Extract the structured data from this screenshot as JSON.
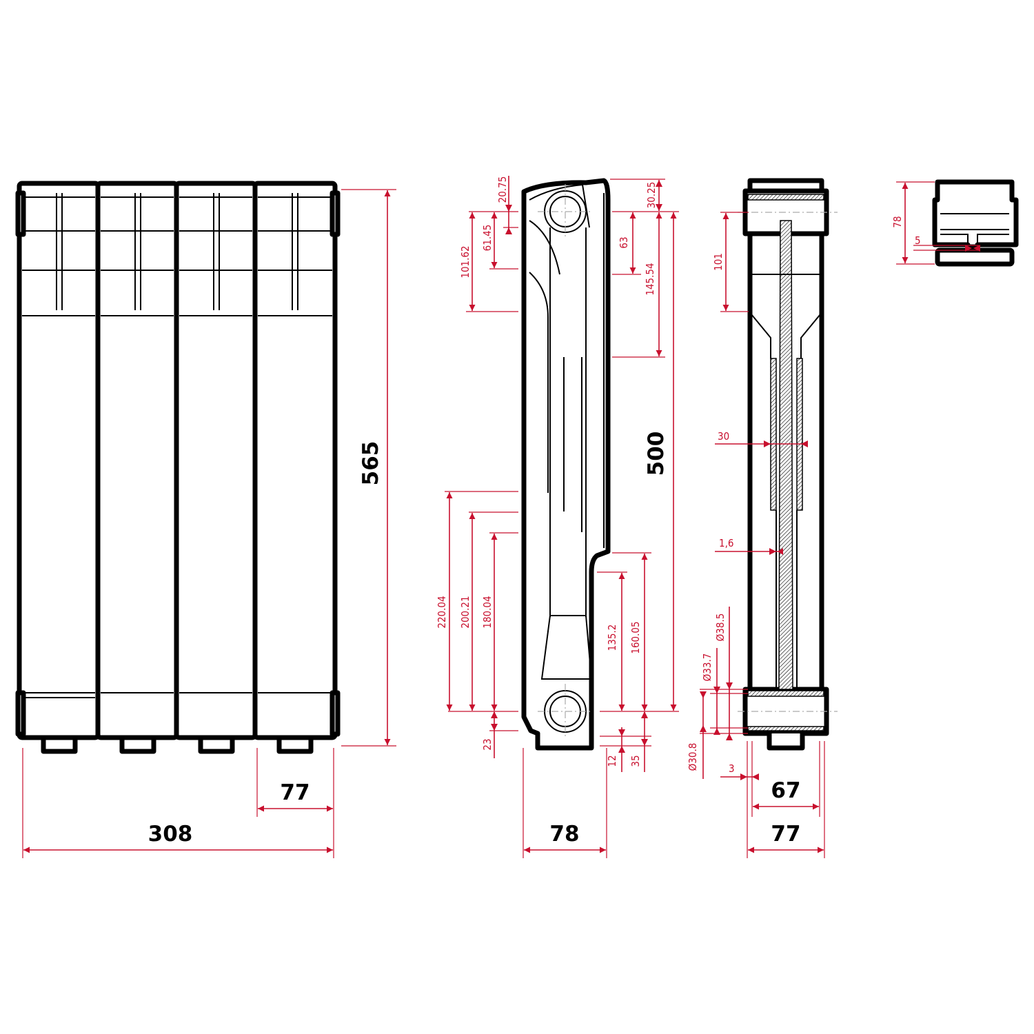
{
  "colors": {
    "dimension": "#c8102e",
    "outline": "#000000",
    "background": "#ffffff"
  },
  "front_view": {
    "height": "565",
    "total_width": "308",
    "section_width": "77"
  },
  "side_view": {
    "depth": "78",
    "axis_distance": "500",
    "top_offset_left": "20.75",
    "top_offset_right": "30.25",
    "dim_101_62": "101.62",
    "dim_61_45": "61.45",
    "dim_63": "63",
    "dim_145_54": "145.54",
    "dim_220_04": "220.04",
    "dim_200_21": "200.21",
    "dim_180_04": "180.04",
    "dim_23": "23",
    "dim_135_2": "135.2",
    "dim_160_05": "160.05",
    "dim_12": "12",
    "dim_35": "35"
  },
  "section_view": {
    "dim_101": "101",
    "dim_30": "30",
    "wall": "1,6",
    "dia_38_5": "Ø38.5",
    "dia_33_7": "Ø33.7",
    "dia_30_8": "Ø30.8",
    "dim_3": "3",
    "inner_width": "67",
    "outer_width": "77"
  },
  "top_view": {
    "height": "78",
    "gap": "5"
  }
}
